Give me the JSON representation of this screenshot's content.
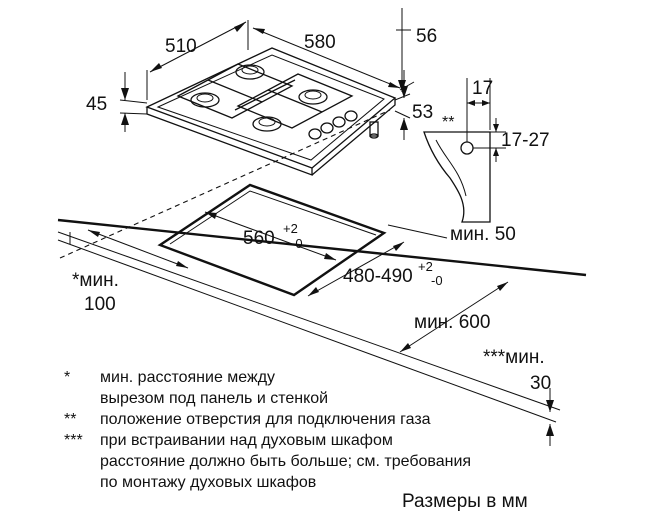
{
  "dimensions": {
    "width": "510",
    "length": "580",
    "depth_right": "56",
    "height_top": "45",
    "height_side": "53",
    "gas_offset": "17",
    "gas_range": "17-27",
    "gas_marker": "**",
    "clearance_back": "мин. 50",
    "cutout_width_base": "560",
    "cutout_width_tol_plus": "+2",
    "cutout_width_tol_minus": "-0",
    "cutout_depth_base": "480-490",
    "cutout_depth_tol_plus": "+2",
    "cutout_depth_tol_minus": "-0",
    "clearance_wall_line1": "*мин.",
    "clearance_wall_line2": "100",
    "clearance_front": "мин. 600",
    "clearance_oven_line1": "***мин.",
    "clearance_oven_line2": "30"
  },
  "notes": [
    {
      "marker": "*",
      "lines": [
        "мин. расстояние между",
        "вырезом под панель и стенкой"
      ]
    },
    {
      "marker": "**",
      "lines": [
        "положение отверстия для подключения газа"
      ]
    },
    {
      "marker": "***",
      "lines": [
        "при встраивании над духовым шкафом",
        "расстояние должно быть больше; см. требования",
        "по монтажу духовых шкафов"
      ]
    }
  ],
  "caption": "Размеры в мм"
}
